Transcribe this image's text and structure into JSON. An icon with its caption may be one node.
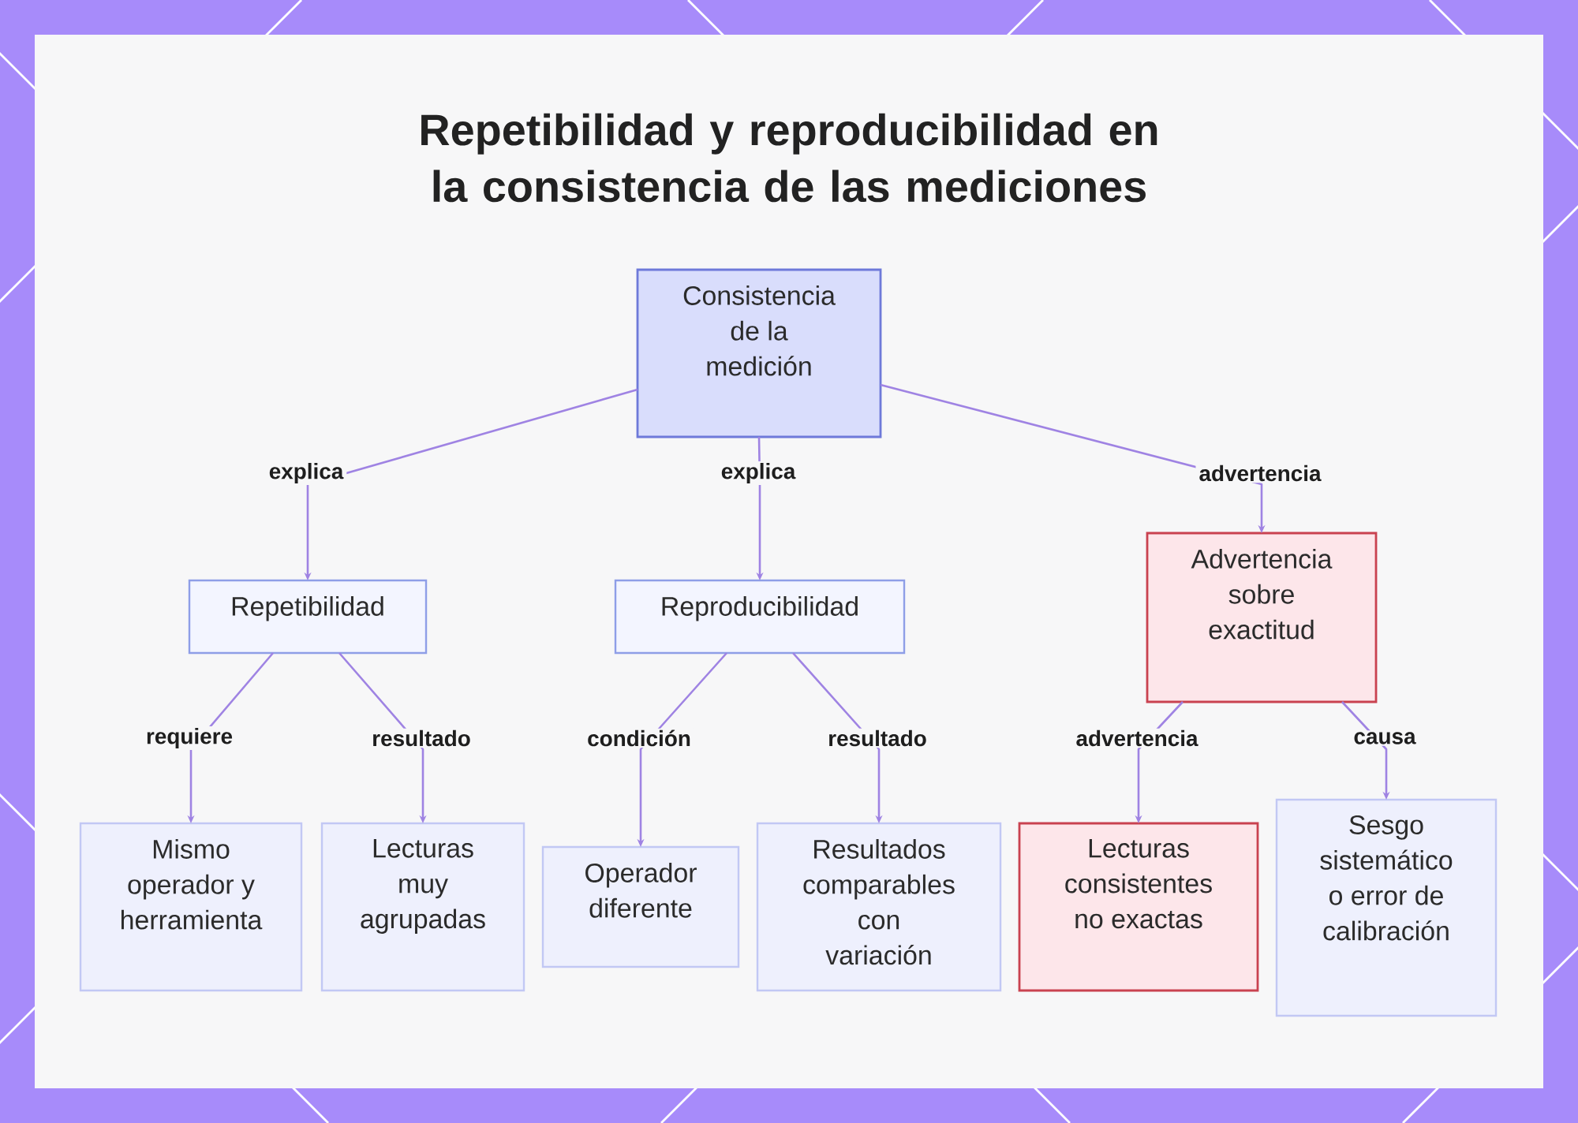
{
  "diagram": {
    "title": "Repetibilidad y reproducibilidad en la consistencia de las mediciones",
    "nodes": [
      {
        "text": [
          "Consistencia de la medición"
        ]
      },
      {
        "text": [
          "Repetibilidad"
        ]
      },
      {
        "text": [
          "Reproducibilidad"
        ]
      },
      {
        "text": [
          "Advertencia sobre exactitud"
        ]
      },
      {
        "text": [
          "Mismo operador y herramienta"
        ]
      },
      {
        "text": [
          "Lecturas muy agrupadas"
        ]
      },
      {
        "text": [
          "Operador diferente"
        ]
      },
      {
        "text": [
          "Resultados comparables con variación"
        ]
      },
      {
        "text": [
          "Lecturas consistentes no exactas"
        ]
      },
      {
        "text": [
          "Sesgo sistemático o error de calibración"
        ]
      }
    ],
    "edges": [
      {
        "from": 0,
        "to": 1,
        "arrow": "to",
        "label": "explica"
      },
      {
        "from": 0,
        "to": 2,
        "arrow": "to",
        "label": "explica"
      },
      {
        "from": 0,
        "to": 3,
        "arrow": "to",
        "label": "advertencia"
      },
      {
        "from": 1,
        "to": 4,
        "arrow": "to",
        "label": "requiere"
      },
      {
        "from": 1,
        "to": 5,
        "arrow": "to",
        "label": "resultado"
      },
      {
        "from": 2,
        "to": 6,
        "arrow": "to",
        "label": "condición"
      },
      {
        "from": 2,
        "to": 7,
        "arrow": "to",
        "label": "resultado"
      },
      {
        "from": 3,
        "to": 8,
        "arrow": "to",
        "label": "advertencia"
      },
      {
        "from": 3,
        "to": 9,
        "arrow": "to",
        "label": "causa"
      }
    ]
  }
}
